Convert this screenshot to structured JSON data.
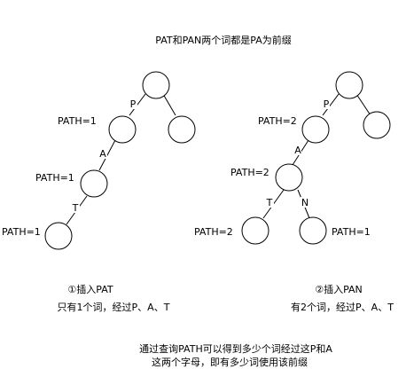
{
  "title": "PAT和PAN两个词都是PA为前缀",
  "left_tree": {
    "edge_labels": {
      "p": "P",
      "a": "A",
      "t": "T"
    },
    "path_labels": {
      "level1": "PATH=1",
      "level2": "PATH=1",
      "level3": "PATH=1"
    },
    "caption_line1": "①插入PAT",
    "caption_line2": "只有1个词，经过P、A、T"
  },
  "right_tree": {
    "edge_labels": {
      "p": "P",
      "a": "A",
      "t": "T",
      "n": "N"
    },
    "path_labels": {
      "level1": "PATH=2",
      "level2": "PATH=2",
      "t_leaf": "PATH=2",
      "n_leaf": "PATH=1"
    },
    "caption_line1": "②插入PAN",
    "caption_line2": "有2个词，经过P、A、T"
  },
  "footer": {
    "line1": "通过查询PATH可以得到多少个词经过这P和A",
    "line2": "这两个字母，即有多少词使用该前缀"
  }
}
